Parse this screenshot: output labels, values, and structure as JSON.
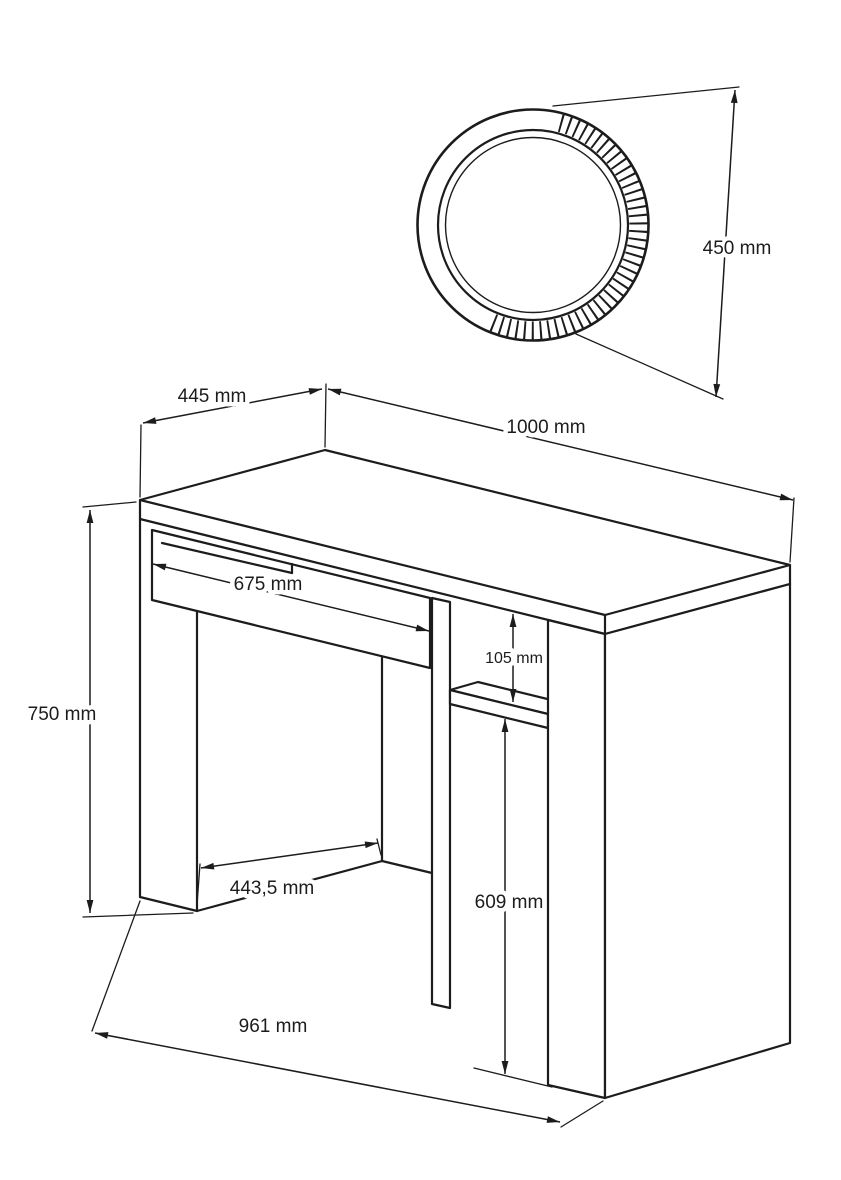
{
  "units": "mm",
  "labels": {
    "mirror_diameter": "450 mm",
    "depth": "445 mm",
    "width": "1000 mm",
    "drawer_width": "675 mm",
    "niche_height": "105 mm",
    "height": "750 mm",
    "panel_floor_depth": "443,5 mm",
    "niche_to_floor": "609 mm",
    "base_width": "961 mm"
  },
  "colors": {
    "line": "#1c1c1c",
    "background": "#ffffff"
  }
}
